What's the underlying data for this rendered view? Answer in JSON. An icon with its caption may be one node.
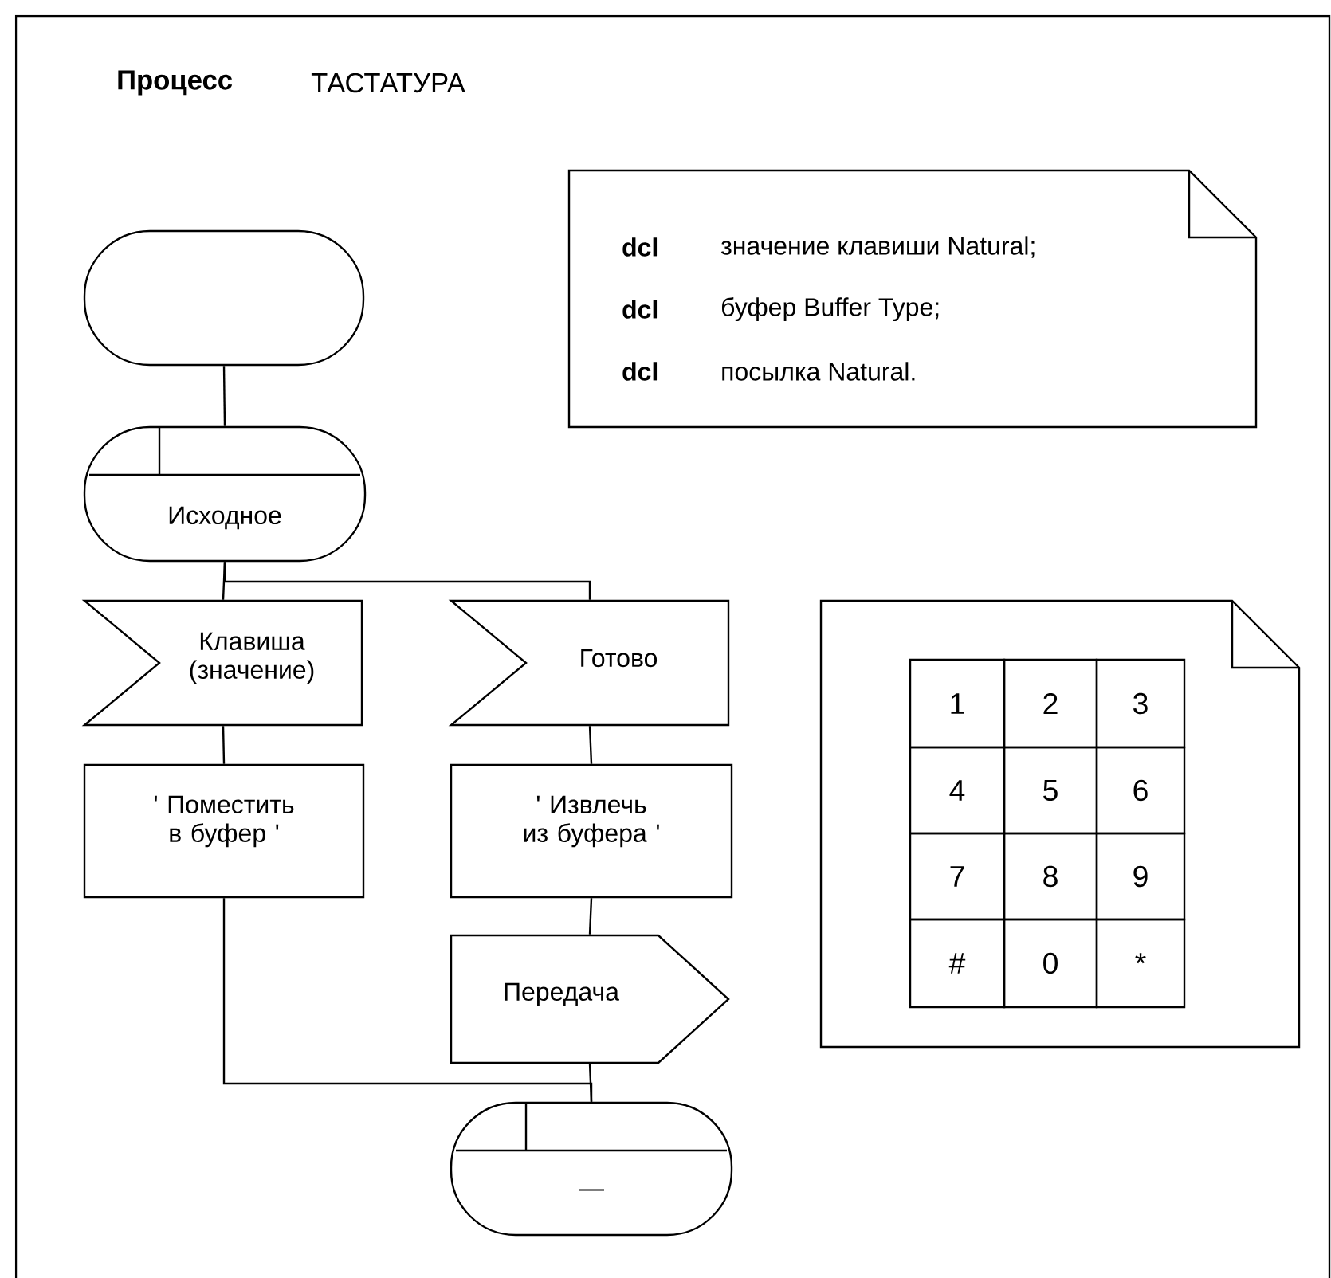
{
  "diagram": {
    "title": "Процесс",
    "nodes": [
      {
        "text": [],
        "shape": "oval"
      },
      {
        "text": [
          "Исходное"
        ]
      },
      {
        "text": [
          "Клавиша (значение)"
        ]
      },
      {
        "text": [
          "Готово"
        ]
      },
      {
        "text": [
          "' Поместить в буфер '"
        ]
      },
      {
        "text": [
          "' Извлечь из буфера '"
        ]
      },
      {
        "text": [
          "Передача"
        ]
      },
      {
        "text": [
          "—"
        ]
      },
      {
        "text": [
          "dcl",
          "значение клавиши Natural;",
          "dcl",
          "буфер Buffer Type;",
          "dcl",
          "посылка Natural."
        ]
      },
      {
        "text": [
          "1",
          "2",
          "3",
          "4",
          "5",
          "6",
          "7",
          "8",
          "9",
          "#",
          "0",
          "*"
        ]
      }
    ],
    "edges": [
      {
        "from": 0,
        "to": 1,
        "arrow": "none"
      },
      {
        "from": 1,
        "to": 2,
        "arrow": "none"
      },
      {
        "from": 1,
        "to": 3,
        "arrow": "none"
      },
      {
        "from": 2,
        "to": 4,
        "arrow": "none"
      },
      {
        "from": 3,
        "to": 5,
        "arrow": "none"
      },
      {
        "from": 5,
        "to": 6,
        "arrow": "none"
      },
      {
        "from": 4,
        "to": 7,
        "arrow": "none"
      },
      {
        "from": 6,
        "to": 7,
        "arrow": "none"
      }
    ],
    "labels": [
      "ТАСТАТУРА"
    ]
  }
}
